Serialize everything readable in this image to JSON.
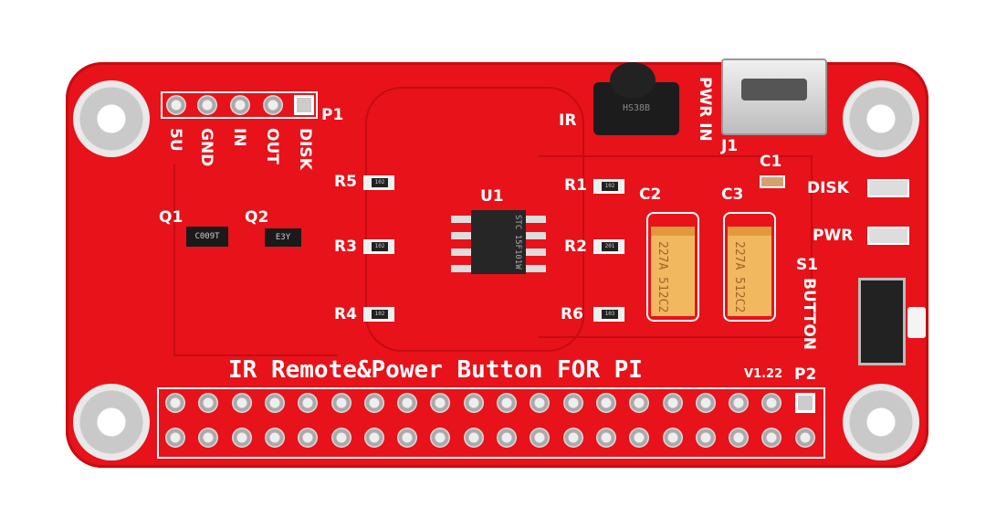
{
  "board": {
    "title": "IR Remote&Power Button FOR PI",
    "version": "V1.22",
    "color": "#e8121a"
  },
  "p1": {
    "ref": "P1",
    "pins": [
      "5U",
      "GND",
      "IN",
      "OUT",
      "DISK"
    ]
  },
  "transistors": [
    {
      "ref": "Q1",
      "marking": "C009T"
    },
    {
      "ref": "Q2",
      "marking": "E3Y"
    }
  ],
  "resistors": [
    {
      "ref": "R5",
      "marking": "102"
    },
    {
      "ref": "R3",
      "marking": "102"
    },
    {
      "ref": "R4",
      "marking": "102"
    },
    {
      "ref": "R1",
      "marking": "102"
    },
    {
      "ref": "R2",
      "marking": "201"
    },
    {
      "ref": "R6",
      "marking": "103"
    }
  ],
  "u1": {
    "ref": "U1",
    "marking": [
      "STC",
      "15F101W"
    ]
  },
  "capacitors": [
    {
      "ref": "C2",
      "marking": [
        "227A",
        "512C2"
      ]
    },
    {
      "ref": "C3",
      "marking": [
        "227A",
        "512C2"
      ]
    },
    {
      "ref": "C1"
    }
  ],
  "ir": {
    "ref": "IR",
    "marking": "HS38B"
  },
  "j1": {
    "ref": "J1",
    "label": "PWR IN"
  },
  "leds": [
    {
      "label": "DISK"
    },
    {
      "label": "PWR"
    }
  ],
  "switch": {
    "ref": "S1",
    "label": "BUTTON"
  },
  "p2": {
    "ref": "P2"
  }
}
